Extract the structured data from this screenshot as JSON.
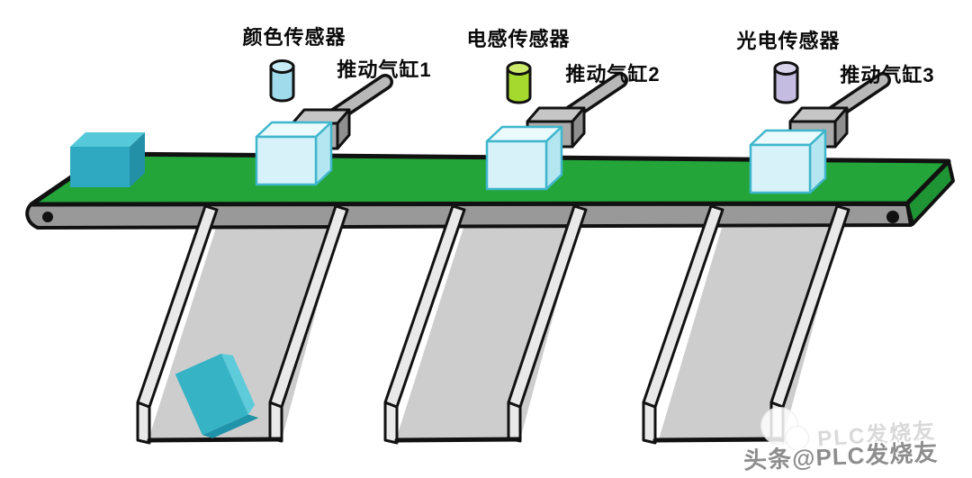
{
  "diagram": {
    "stations": [
      {
        "sensor_label": "颜色传感器",
        "cylinder_label": "推动气缸1",
        "sensor_color": "#9fdbeb",
        "sensor_top_color": "#c8ecf6"
      },
      {
        "sensor_label": "电感传感器",
        "cylinder_label": "推动气缸2",
        "sensor_color": "#a6d92e",
        "sensor_top_color": "#cdea6d"
      },
      {
        "sensor_label": "光电传感器",
        "cylinder_label": "推动气缸3",
        "sensor_color": "#c4bce1",
        "sensor_top_color": "#d9d3ec"
      }
    ],
    "colors": {
      "belt_green": "#23a53a",
      "belt_side_green": "#1e9434",
      "frame_gray": "#999999",
      "chute_floor": "#cdcdcd",
      "chute_wall": "#e9e9e9",
      "box_teal_front": "#2fa9c1",
      "box_teal_top": "#55c9da",
      "box_teal_side": "#2390a7",
      "box_light_front": "#d8f2f9",
      "box_light_top": "#eafafd",
      "box_light_side": "#b4e6f1",
      "box_light_stroke": "#3fb6cb",
      "cylinder_front": "#ababab",
      "cylinder_top": "#c6c6c6",
      "cylinder_side": "#8f8f8f",
      "rod_gray": "#b8b8b8",
      "outline": "#111111"
    }
  },
  "watermark": {
    "ghost_text": "PLC发烧友",
    "main_text": "头条@PLC发烧友"
  }
}
